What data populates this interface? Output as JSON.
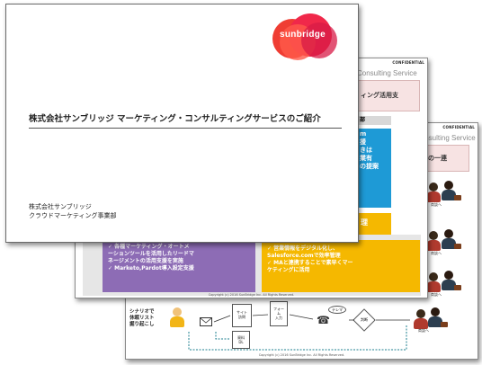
{
  "slide_back": {
    "confidential": "CONFIDENTIAL",
    "header": "Consulting Service",
    "pink_title": "グの一連",
    "persons": [
      "商談へ",
      "商談へ",
      "商談へ",
      "商談へ"
    ],
    "flow": {
      "left_label": [
        "シナリオで",
        "休眠リスト",
        "掘り起こし"
      ],
      "box_site": [
        "サイト",
        "訪問"
      ],
      "box_form": [
        "フォー",
        "ム",
        "入力"
      ],
      "box_tel": "テレマ",
      "box_judge": "判断",
      "box_small": [
        "資料",
        "DL"
      ],
      "right_label": "商談へ"
    },
    "copyright": "Copyright (c) 2016 SunBridge Inc. All Rights Reserved."
  },
  "slide_middle": {
    "confidential": "CONFIDENTIAL",
    "header": "Consulting Service",
    "pink_title": "ィング活用支",
    "section": "部",
    "blue_lines": [
      "m",
      "援",
      "",
      "きは",
      "業有",
      "の提案"
    ],
    "yellow_head": "理",
    "purple_items": [
      "✓ 各種マーケティング・オートメ",
      "ーションツールを活用したリードマ",
      "ネージメントの活用支援を実施",
      "✓ Marketo,Pardot導入設定支援"
    ],
    "yellow_items": [
      "✓ 営業情報をデジタル化し、",
      "Salesforce.comで効率管理",
      "✓ MAと連携することで素早くマー",
      "ケティングに活用"
    ],
    "copyright": "Copyright (c) 2016 SunBridge Inc. All Rights Reserved."
  },
  "slide_front": {
    "logo": "sunbridge",
    "title": "株式会社サンブリッジ マーケティング・コンサルティングサービスのご紹介",
    "company": "株式会社サンブリッジ",
    "department": "クラウドマーケティング事業部"
  }
}
